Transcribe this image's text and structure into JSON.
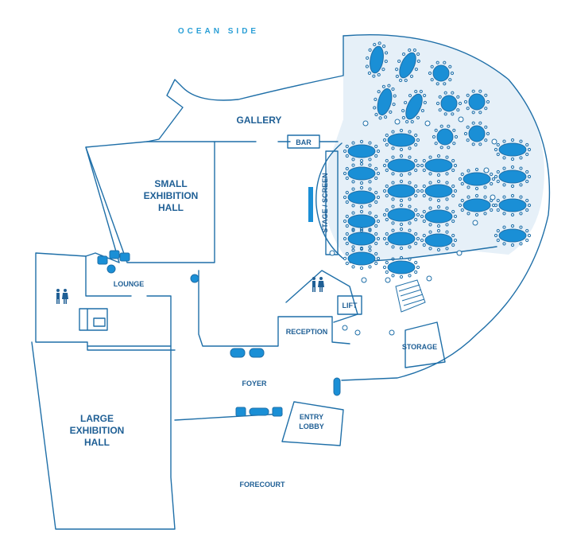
{
  "labels": {
    "ocean_side": "OCEAN SIDE",
    "gallery": "GALLERY",
    "bar": "BAR",
    "small_hall_1": "SMALL",
    "small_hall_2": "EXHIBITION",
    "small_hall_3": "HALL",
    "stage": "STAGE / SCREEN",
    "lounge": "LOUNGE",
    "lift": "LIFT",
    "reception": "RECEPTION",
    "storage": "STORAGE",
    "foyer": "FOYER",
    "large_hall_1": "LARGE",
    "large_hall_2": "EXHIBITION",
    "large_hall_3": "HALL",
    "entry_1": "ENTRY",
    "entry_2": "LOBBY",
    "forecourt": "FORECOURT"
  },
  "icons": {
    "restroom_lounge": "restroom-icon",
    "restroom_lift": "restroom-icon"
  },
  "colors": {
    "wall": "#1f6fa8",
    "table": "#1a8fd6",
    "ballroom_floor": "#e6f0f8",
    "ocean_label": "#2a9fd6",
    "room_label": "#1f5f95"
  }
}
